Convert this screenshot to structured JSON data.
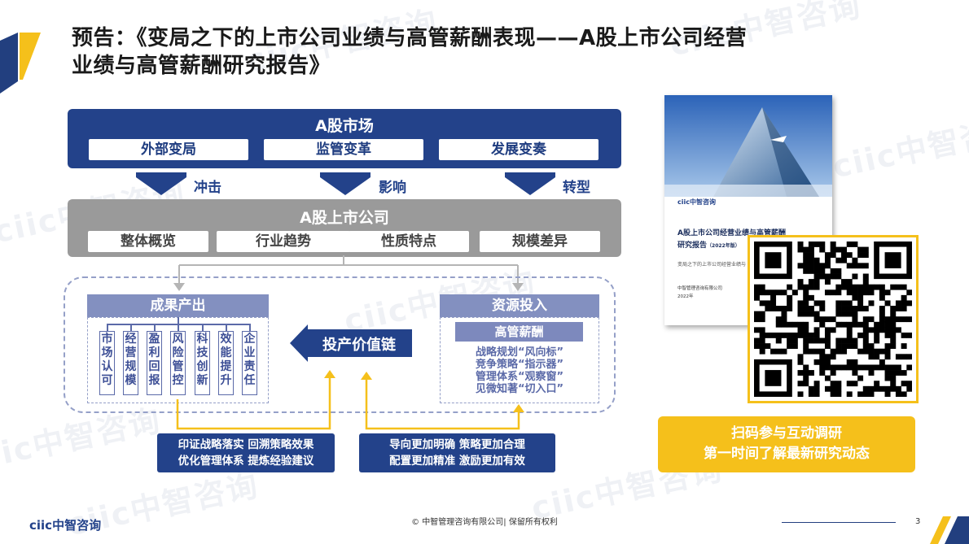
{
  "header": {
    "title_line1": "预告：《变局之下的上市公司业绩与高管薪酬表现——A股上市公司经营",
    "title_line2": "业绩与高管薪酬研究报告》"
  },
  "diagram": {
    "market": {
      "title": "A股市场",
      "items": [
        "外部变局",
        "监管变革",
        "发展变奏"
      ]
    },
    "arrows": [
      "冲击",
      "影响",
      "转型"
    ],
    "companies": {
      "title": "A股上市公司",
      "items": [
        "整体概览",
        "行业趋势",
        "性质特点",
        "规模差异"
      ]
    },
    "output": {
      "title": "成果产出",
      "columns": [
        "市场认可",
        "经营规模",
        "盈利回报",
        "风险管控",
        "科技创新",
        "效能提升",
        "企业责任"
      ]
    },
    "value_chain": "投产价值链",
    "resource": {
      "title": "资源投入",
      "sub_title": "高管薪酬",
      "items": [
        "战略规划“风向标”",
        "竞争策略“指示器”",
        "管理体系“观察窗”",
        "见微知著“切入口”"
      ]
    },
    "bottom_left": [
      "印证战略落实  回溯策略效果",
      "优化管理体系  提炼经验建议"
    ],
    "bottom_right": [
      "导向更加明确  策略更加合理",
      "配置更加精准  激励更加有效"
    ]
  },
  "report_cover": {
    "logo": "ciic中智咨询",
    "title_line1": "A股上市公司经营业绩与高管薪酬",
    "title_line2": "研究报告",
    "edition": "（2022年版）",
    "subtitle": "变局之下的上市公司经营业绩与",
    "org": "中智管理咨询有限公司",
    "year": "2022年"
  },
  "cta": {
    "line1": "扫码参与互动调研",
    "line2": "第一时间了解最新研究动态"
  },
  "footer": {
    "logo": "ciic中智咨询",
    "copyright": "© 中智管理咨询有限公司| 保留所有权利",
    "page": "3"
  },
  "colors": {
    "navy": "#23428a",
    "grey": "#9a9a9a",
    "lavender": "#8390c0",
    "gold": "#f5c01b"
  }
}
